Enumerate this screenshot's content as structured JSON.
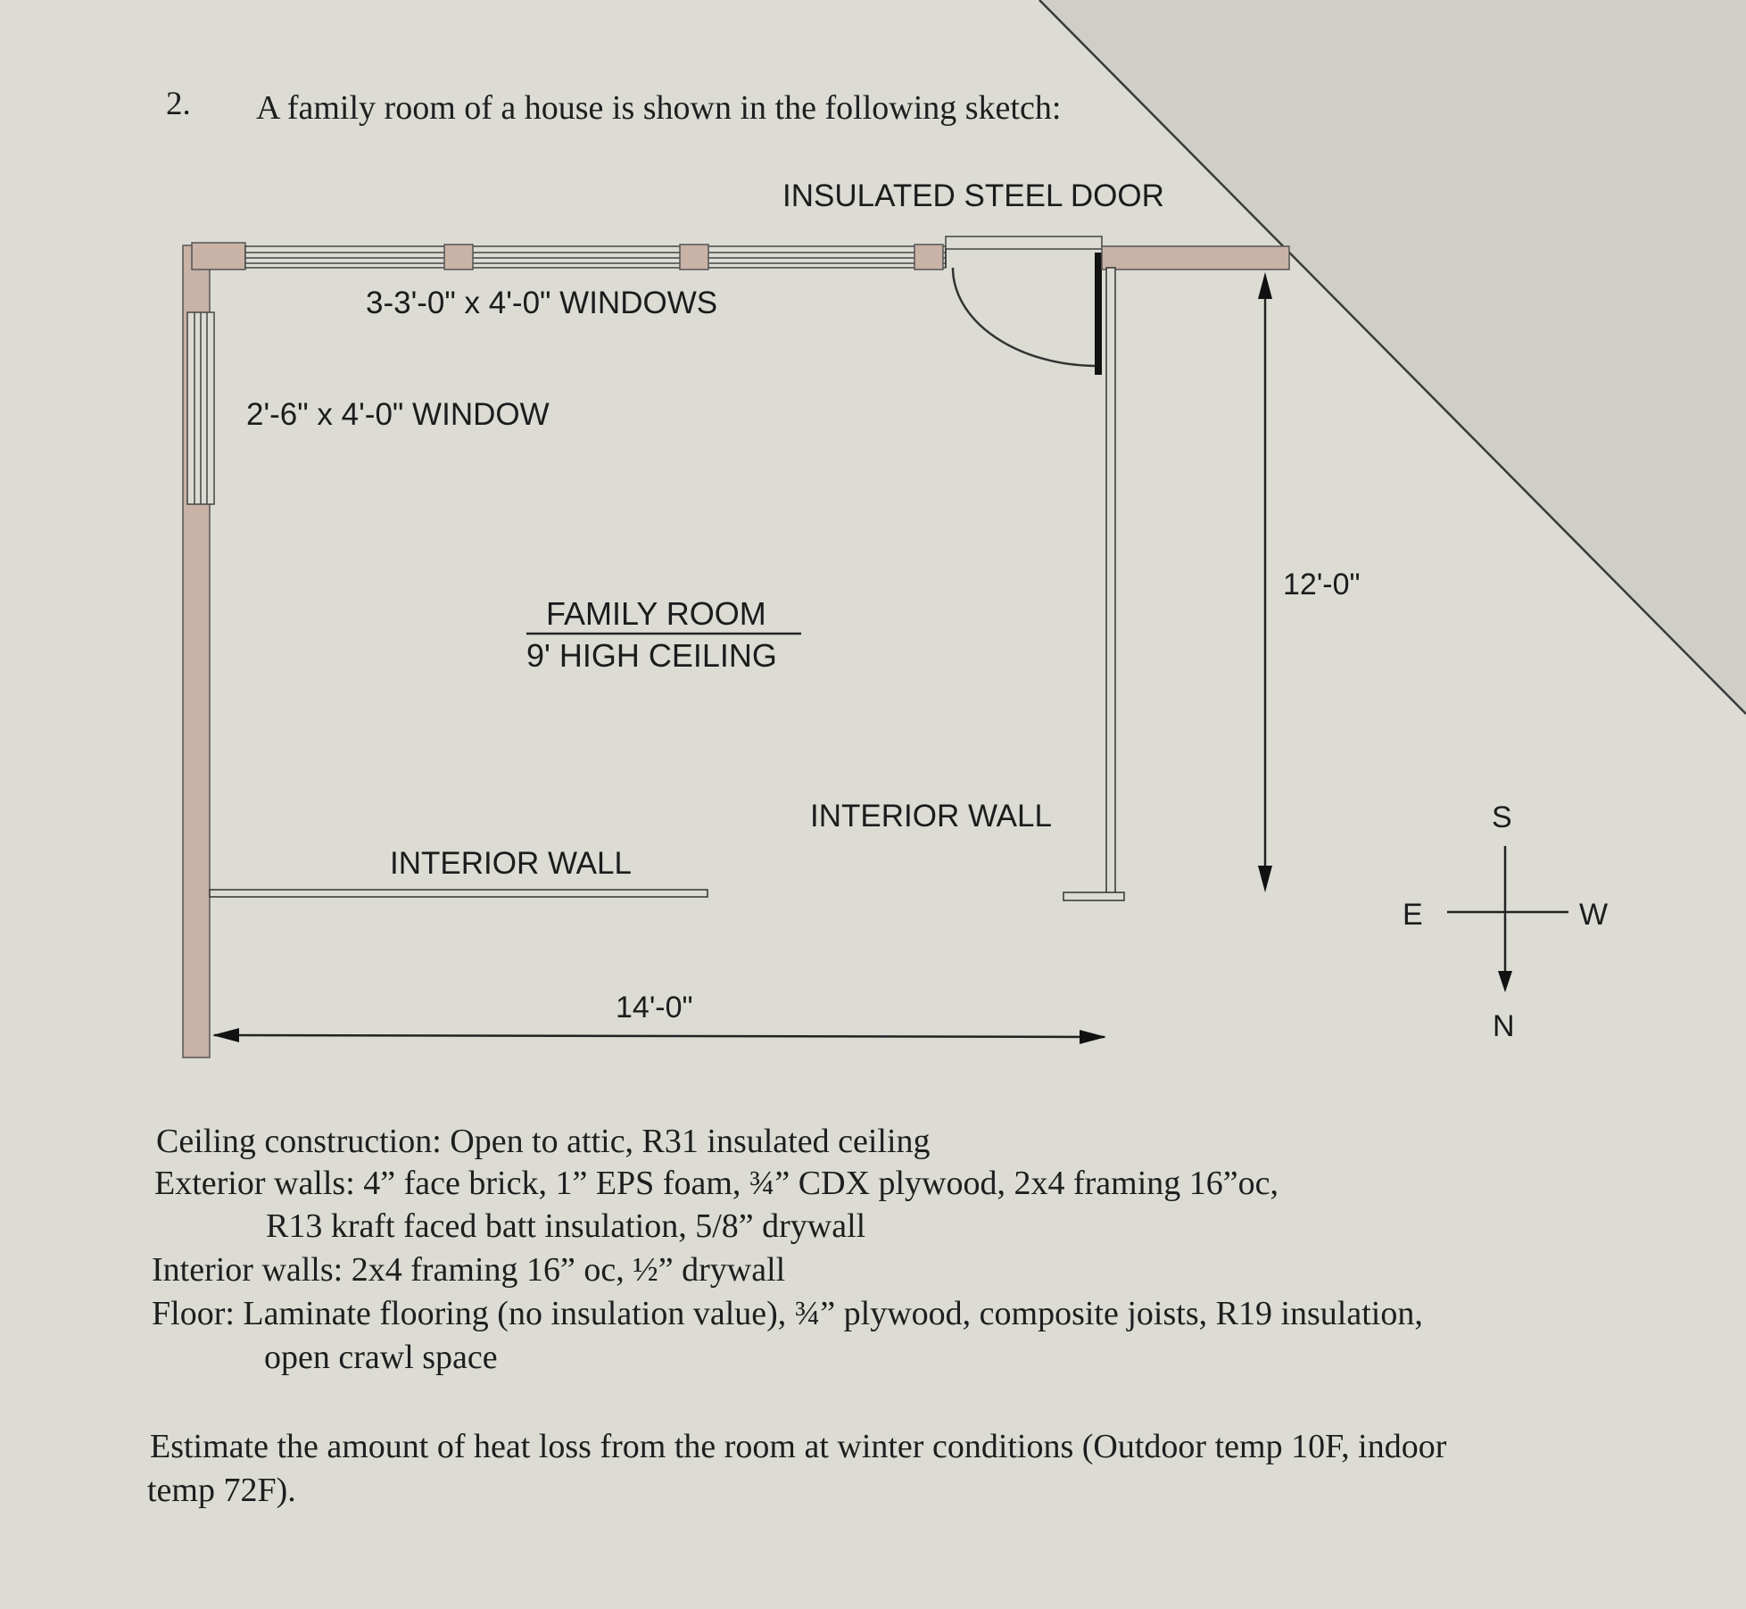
{
  "problem": {
    "number": "2.",
    "intro": "A family room of a house is shown in the following sketch:"
  },
  "sketch": {
    "door_label": "INSULATED STEEL DOOR",
    "windows_label": "3-3'-0\" x 4'-0\" WINDOWS",
    "window_label": "2'-6\" x 4'-0\" WINDOW",
    "room_name": "FAMILY ROOM",
    "ceiling_height": "9' HIGH CEILING",
    "interior_wall_right": "INTERIOR WALL",
    "interior_wall_left": "INTERIOR WALL",
    "dim_height": "12'-0\"",
    "dim_width": "14'-0\"",
    "compass": {
      "s": "S",
      "n": "N",
      "e": "E",
      "w": "W"
    }
  },
  "specs": {
    "ceiling": "Ceiling construction: Open to attic, R31 insulated ceiling",
    "exterior_1": "Exterior walls:  4” face brick, 1” EPS foam, ¾” CDX plywood, 2x4 framing 16”oc,",
    "exterior_2": "R13 kraft faced batt insulation, 5/8” drywall",
    "interior": "Interior walls:  2x4 framing 16” oc, ½” drywall",
    "floor_1": "Floor:  Laminate flooring (no insulation value), ¾” plywood, composite joists, R19 insulation,",
    "floor_2": "open crawl space"
  },
  "question": {
    "line1": "Estimate the amount of heat loss from the room at winter conditions (Outdoor temp 10F, indoor",
    "line2": "temp 72F)."
  }
}
